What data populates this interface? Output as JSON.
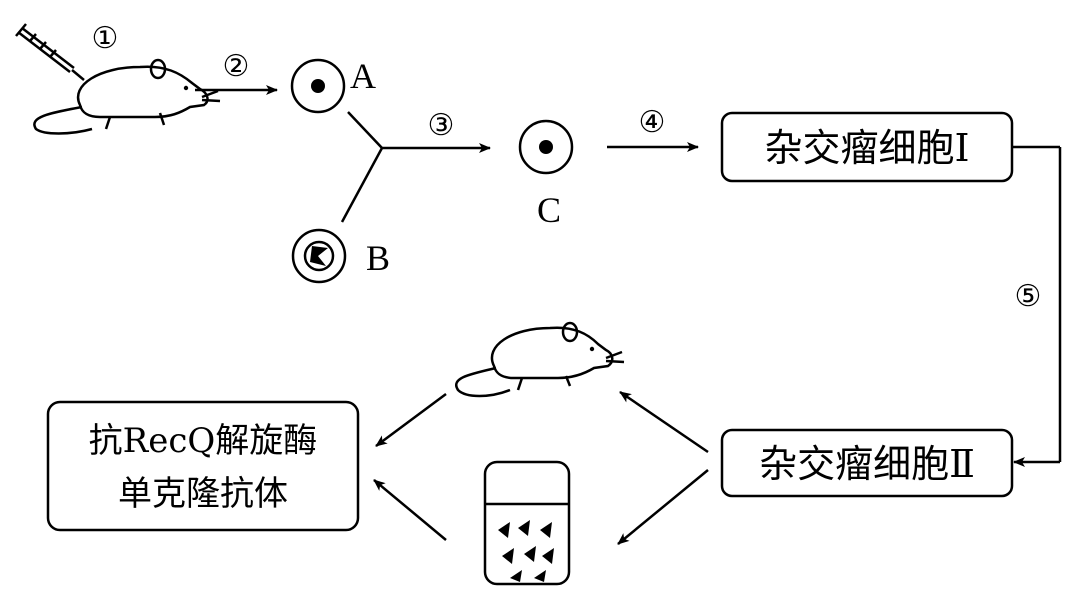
{
  "steps": {
    "s1": "①",
    "s2": "②",
    "s3": "③",
    "s4": "④",
    "s5": "⑤"
  },
  "cells": {
    "a": "A",
    "b": "B",
    "c": "C"
  },
  "boxes": {
    "hybridoma_1": "杂交瘤细胞Ⅰ",
    "hybridoma_2": "杂交瘤细胞Ⅱ",
    "product_line1": "抗RecQ解旋酶",
    "product_line2": "单克隆抗体"
  },
  "icons": [
    "syringe-icon",
    "mouse-icon",
    "culture-flask-icon"
  ]
}
